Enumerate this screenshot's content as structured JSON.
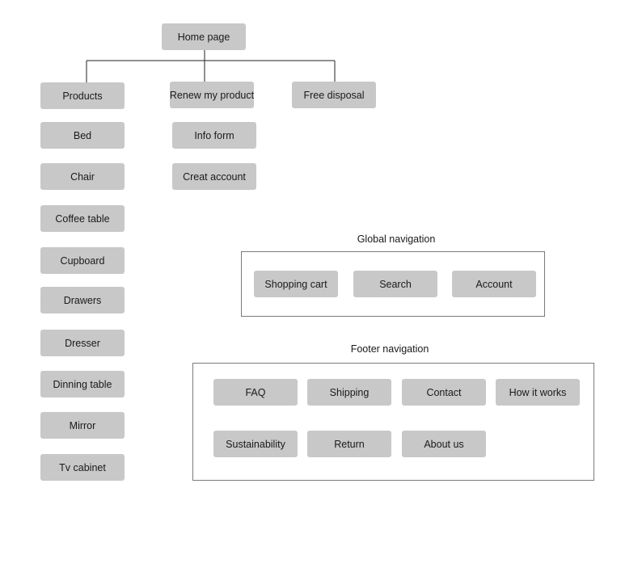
{
  "root": {
    "label": "Home page"
  },
  "branches": [
    {
      "label": "Products",
      "children": [
        "Bed",
        "Chair",
        "Coffee table",
        "Cupboard",
        "Drawers",
        "Dresser",
        "Dinning table",
        "Mirror",
        "Tv cabinet"
      ]
    },
    {
      "label": "Renew my product",
      "children": [
        "Info form",
        "Creat account"
      ]
    },
    {
      "label": "Free disposal",
      "children": []
    }
  ],
  "global_navigation": {
    "title": "Global navigation",
    "items": [
      "Shopping cart",
      "Search",
      "Account"
    ]
  },
  "footer_navigation": {
    "title": "Footer navigation",
    "items": [
      "FAQ",
      "Shipping",
      "Contact",
      "How it works",
      "Sustainability",
      "Return",
      "About us"
    ]
  }
}
